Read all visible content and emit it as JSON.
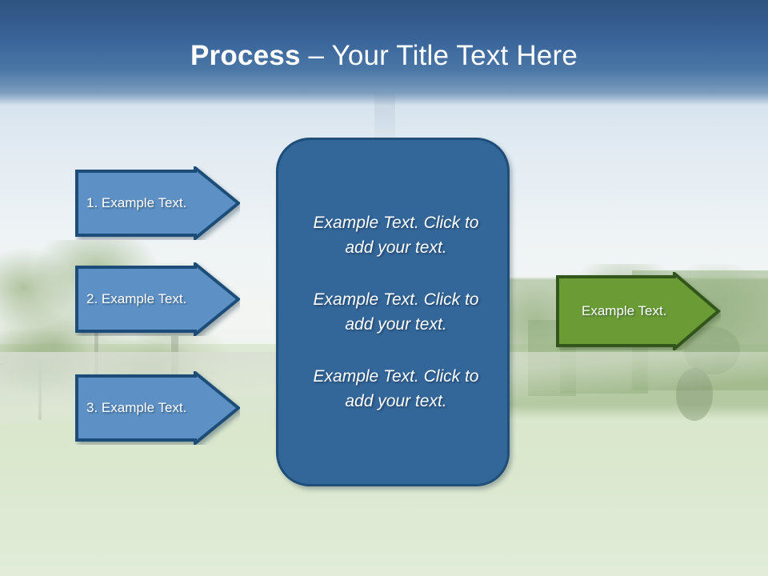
{
  "slide": {
    "title_bold": "Process",
    "title_rest": " – Your Title Text Here",
    "title_full": "Process – Your Title Text Here"
  },
  "colors": {
    "banner_top": "#2e5480",
    "banner_bottom": "#7d9dbd",
    "blue_arrow_fill": "#5d90c4",
    "blue_arrow_border": "#1f4e79",
    "center_box_fill": "#336699",
    "center_box_border": "#1f4e79",
    "green_arrow_fill": "#6a9b35",
    "green_arrow_border": "#31551a",
    "text_color": "#ffffff"
  },
  "input_arrows": [
    {
      "id": "step-1",
      "label": "1. Example Text."
    },
    {
      "id": "step-2",
      "label": "2. Example Text."
    },
    {
      "id": "step-3",
      "label": "3. Example Text."
    }
  ],
  "center_box": {
    "paragraphs": [
      "Example Text. Click  to add your text.",
      "Example Text. Click  to add your text.",
      "Example Text. Click  to add your text."
    ]
  },
  "output_arrow": {
    "id": "result",
    "label": "Example Text."
  }
}
